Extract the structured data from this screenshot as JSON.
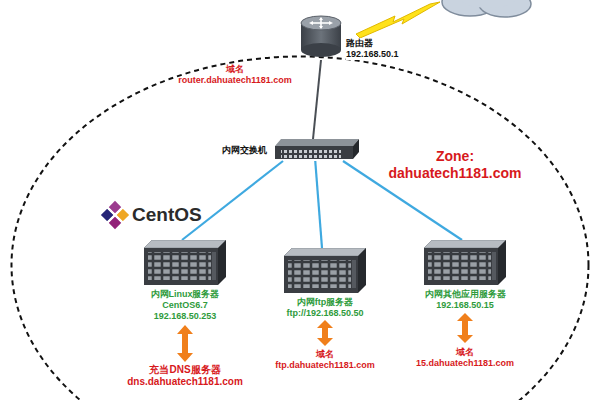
{
  "diagram": {
    "nodes": [
      {
        "text": [
          "Zone: dahuatech1181.com"
        ]
      },
      {
        "text": [
          "路由器",
          "192.168.50.1"
        ]
      },
      {
        "text": [
          "内网交换机"
        ],
        "in": 0
      },
      {
        "text": [
          "内网Linux服务器",
          "CentOS6.7",
          "192.168.50.253"
        ],
        "in": 0
      },
      {
        "text": [
          "内网ftp服务器",
          "ftp://192.168.50.50"
        ],
        "in": 0
      },
      {
        "text": [
          "内网其他应用服务器",
          "192.168.50.15"
        ],
        "in": 0
      }
    ],
    "edges": [
      {
        "from": 1,
        "to": 2,
        "arrow": "none"
      },
      {
        "from": 2,
        "to": 3,
        "arrow": "none"
      },
      {
        "from": 2,
        "to": 4,
        "arrow": "none"
      },
      {
        "from": 2,
        "to": 5,
        "arrow": "none"
      }
    ],
    "labels": [
      "域名",
      "router.dahuatech1181.com",
      "CentOS",
      "充当DNS服务器",
      "dns.dahuatech1181.com",
      "域名",
      "ftp.dahuatech1181.com",
      "域名",
      "15.dahuatech1181.com"
    ]
  }
}
